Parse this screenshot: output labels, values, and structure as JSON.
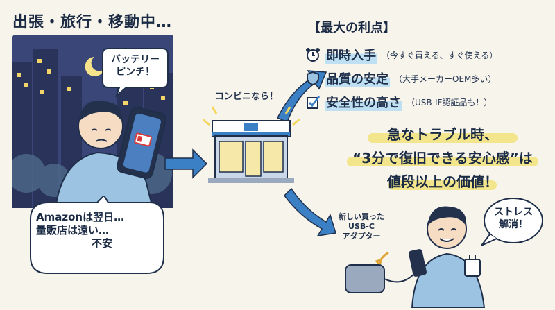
{
  "title": "出張・旅行・移動中…",
  "bubble_battery": [
    "バッテリー",
    "ピンチ！"
  ],
  "bubble_worry": [
    "Amazonは翌日…",
    "量販店は遠い…",
    "不安"
  ],
  "conbini_label": "コンビニなら！",
  "benefits": {
    "heading": "【最大の利点】",
    "items": [
      {
        "icon": "alarm-clock-icon",
        "main": "即時入手",
        "sub": "（今すぐ買える、すぐ使える）"
      },
      {
        "icon": "shield-icon",
        "main": "品質の安定",
        "sub": "（大手メーカーOEM多い）"
      },
      {
        "icon": "checkbox-icon",
        "main": "安全性の高さ",
        "sub": "（USB-IF認証品も！）"
      }
    ]
  },
  "highlight": [
    "急なトラブル時、",
    "“3分で復旧できる安心感”は",
    "値段以上の価値！"
  ],
  "adapter_label": [
    "新しい買った",
    "USB-C",
    "アダプター"
  ],
  "bubble_relief": [
    "ストレス",
    "解消！"
  ],
  "colors": {
    "accent_blue": "#3b7fc4",
    "highlight_yellow": "#f3e58b",
    "night_sky": "#33406b"
  }
}
